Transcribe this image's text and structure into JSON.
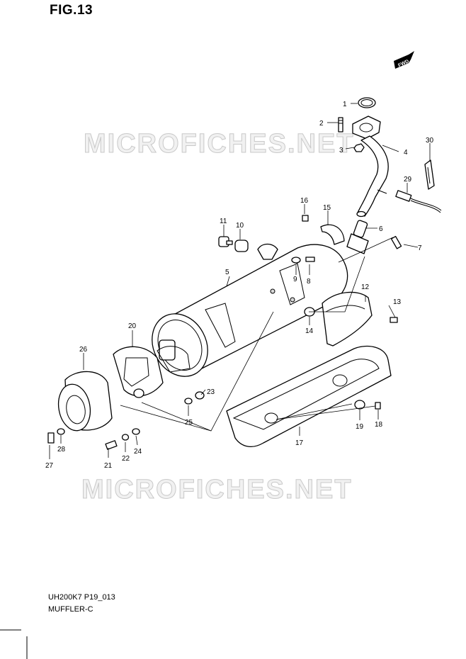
{
  "figure": {
    "title": "FIG.13",
    "code": "UH200K7 P19_013",
    "name": "MUFFLER-C"
  },
  "watermark": {
    "text": "MICROFICHES.NET"
  },
  "direction_badge": {
    "text": "FWD"
  },
  "part_labels": [
    "1",
    "2",
    "3",
    "4",
    "5",
    "6",
    "7",
    "8",
    "9",
    "10",
    "11",
    "12",
    "13",
    "14",
    "15",
    "16",
    "17",
    "18",
    "19",
    "20",
    "21",
    "22",
    "23",
    "24",
    "25",
    "26",
    "27",
    "28",
    "29",
    "30"
  ]
}
